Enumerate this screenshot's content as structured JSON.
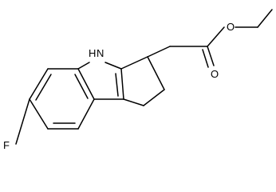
{
  "molecule": {
    "atoms": {
      "nitrogen_hydrogen": "H",
      "nitrogen": "N",
      "fluorine": "F",
      "ester_oxygen": "O",
      "carbonyl_oxygen": "O"
    },
    "colors": {
      "bond": "#000000",
      "label": "#000000",
      "background": "#ffffff"
    }
  }
}
